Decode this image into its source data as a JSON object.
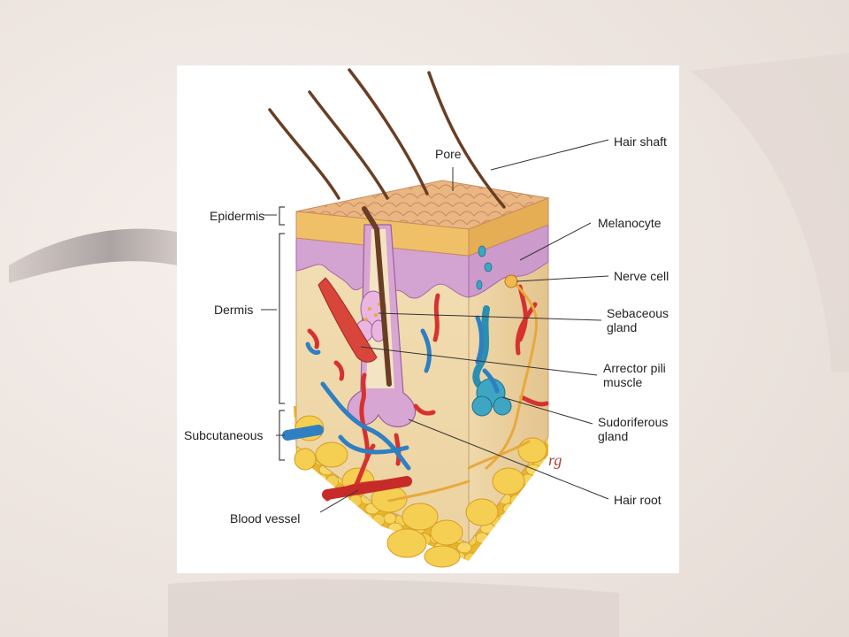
{
  "labels": {
    "pore": "Pore",
    "hair_shaft": "Hair shaft",
    "epidermis": "Epidermis",
    "melanocyte": "Melanocyte",
    "nerve_cell": "Nerve cell",
    "dermis": "Dermis",
    "sebaceous_gland": [
      "Sebaceous",
      "gland"
    ],
    "arrector_pili_muscle": [
      "Arrector pili",
      "muscle"
    ],
    "subcutaneous": "Subcutaneous",
    "sudoriferous_gland": [
      "Sudoriferous",
      "gland"
    ],
    "hair_root": "Hair root",
    "blood_vessel": "Blood vessel"
  },
  "signature": "rg",
  "colors": {
    "epidermis": "#e8b07c",
    "dermis": "#f1dcb0",
    "subcutaneous_fat": "#f3c93e",
    "artery": "#d6322f",
    "vein": "#2f7fc2",
    "gland": "#3ea6c2",
    "nerve": "#e7a93c",
    "hair": "#6a3e24",
    "papillary_layer": "#c994c8"
  }
}
